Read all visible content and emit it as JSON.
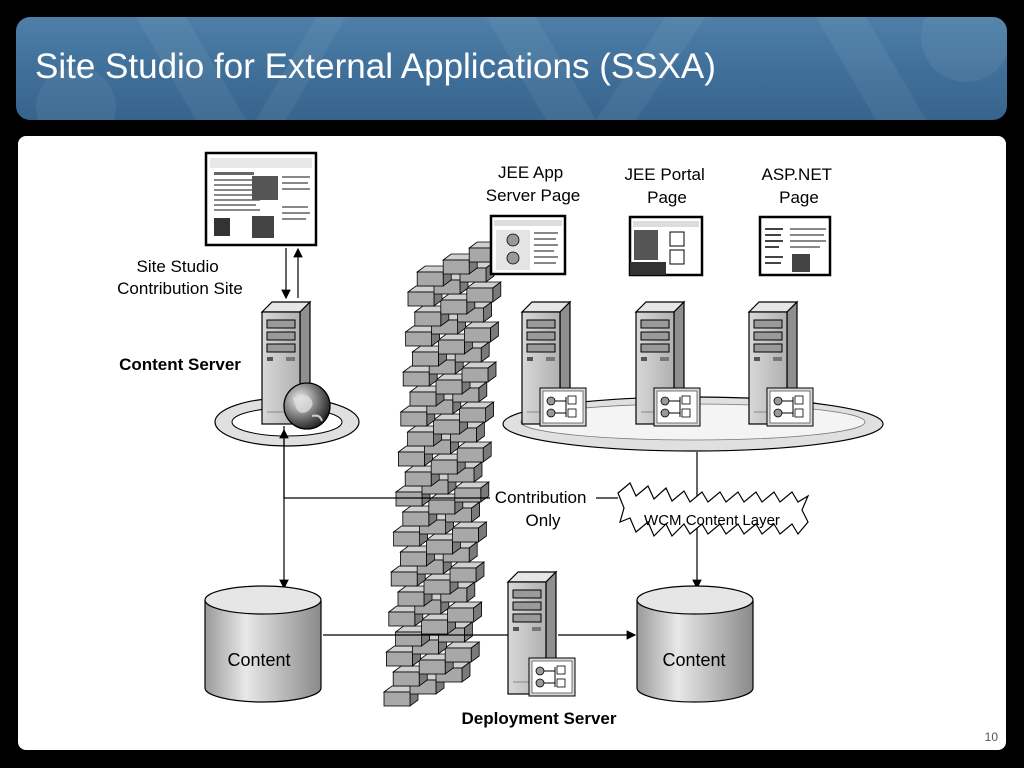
{
  "slide": {
    "title": "Site Studio for External Applications (SSXA)",
    "page_number": "10"
  },
  "diagram": {
    "contribution_site_label": [
      "Site Studio",
      "Contribution Site"
    ],
    "content_server_label": "Content Server",
    "jee_app_label": [
      "JEE App",
      "Server Page"
    ],
    "jee_portal_label": [
      "JEE Portal",
      "Page"
    ],
    "aspnet_label": [
      "ASP.NET",
      "Page"
    ],
    "contribution_only_label": [
      "Contribution",
      "Only"
    ],
    "wcm_layer_label": "WCM Content Layer",
    "content_db_left_label": "Content",
    "content_db_right_label": "Content",
    "deployment_server_label": "Deployment Server"
  }
}
